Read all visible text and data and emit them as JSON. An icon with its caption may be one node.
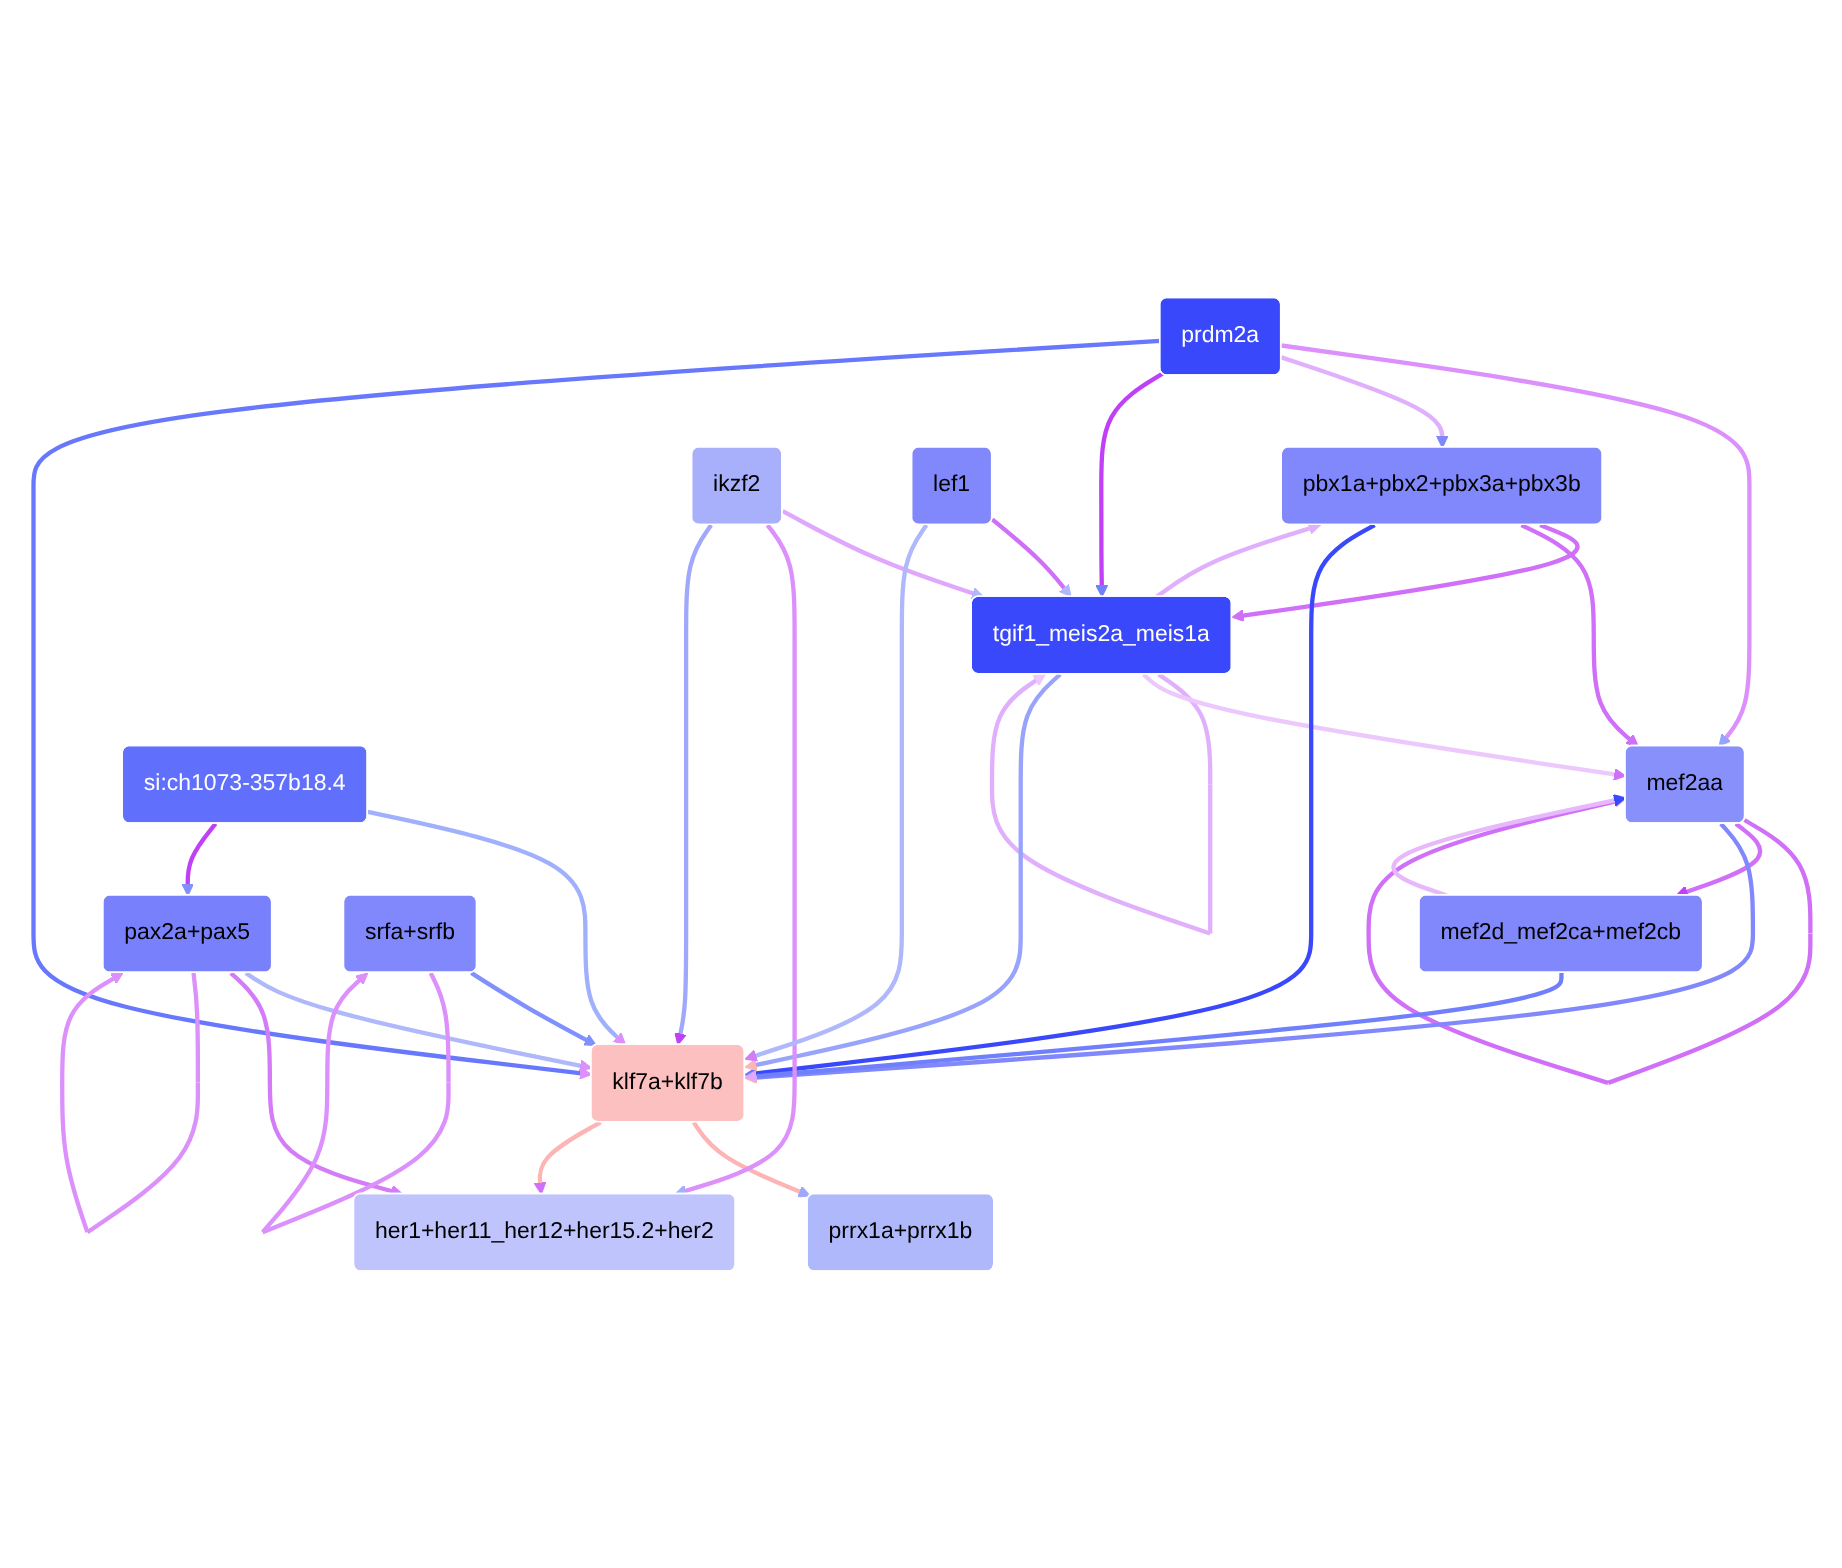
{
  "diagram": {
    "nodes": [
      {
        "text": [
          "pbx1a+pbx2+pbx3a+pbx3b"
        ]
      },
      {
        "text": [
          "tgif1_meis2a_meis1a"
        ]
      },
      {
        "text": [
          "mef2aa"
        ]
      },
      {
        "text": [
          "prrx1a+prrx1b"
        ]
      },
      {
        "text": [
          "mef2d_mef2ca+mef2cb"
        ]
      },
      {
        "text": [
          "her1+her11_her12+her15.2+her2"
        ]
      },
      {
        "text": [
          "klf7a+klf7b"
        ]
      },
      {
        "text": [
          "prdm2a"
        ]
      },
      {
        "text": [
          "ikzf2"
        ]
      },
      {
        "text": [
          "si:ch1073-357b18.4"
        ]
      },
      {
        "text": [
          "lef1"
        ]
      },
      {
        "text": [
          "pax2a+pax5"
        ]
      },
      {
        "text": [
          "srfa+srfb"
        ]
      }
    ],
    "edges": [
      {
        "from": 0,
        "to": 1,
        "arrow": "to",
        "color": "#d070f8"
      },
      {
        "from": 1,
        "to": 0,
        "arrow": "to",
        "color": "#e0b0fc"
      },
      {
        "from": 1,
        "to": 1,
        "arrow": "to",
        "color": "#e0b0fc"
      },
      {
        "from": 0,
        "to": 2,
        "arrow": "to",
        "color": "#d070f8"
      },
      {
        "from": 1,
        "to": 2,
        "arrow": "to",
        "color": "#ecc8fc"
      },
      {
        "from": 2,
        "to": 2,
        "arrow": "to",
        "color": "#d070f8"
      },
      {
        "from": 2,
        "to": 4,
        "arrow": "to",
        "color": "#d070f8"
      },
      {
        "from": 4,
        "to": 2,
        "arrow": "to",
        "color": "#e8b8fc"
      },
      {
        "from": 7,
        "to": 2,
        "arrow": "to",
        "color": "#dc90fc"
      },
      {
        "from": 7,
        "to": 0,
        "arrow": "to",
        "color": "#e0b0fc"
      },
      {
        "from": 7,
        "to": 1,
        "arrow": "to",
        "color": "#c040f8"
      },
      {
        "from": 0,
        "to": 6,
        "arrow": "to",
        "color": "#3a48fc"
      },
      {
        "from": 1,
        "to": 6,
        "arrow": "to",
        "color": "#98a4fc"
      },
      {
        "from": 2,
        "to": 6,
        "arrow": "to",
        "color": "#8088fc"
      },
      {
        "from": 4,
        "to": 6,
        "arrow": "to",
        "color": "#7080fc"
      },
      {
        "from": 7,
        "to": 6,
        "arrow": "to",
        "color": "#6878fc"
      },
      {
        "from": 6,
        "to": 3,
        "arrow": "to",
        "color": "#fcb4b4"
      },
      {
        "from": 6,
        "to": 5,
        "arrow": "to",
        "color": "#fcb4b4"
      },
      {
        "from": 8,
        "to": 1,
        "arrow": "to",
        "color": "#e0a8fc"
      },
      {
        "from": 8,
        "to": 5,
        "arrow": "to",
        "color": "#dc90fc"
      },
      {
        "from": 8,
        "to": 6,
        "arrow": "to",
        "color": "#a0a8fc"
      },
      {
        "from": 10,
        "to": 1,
        "arrow": "to",
        "color": "#d070f8"
      },
      {
        "from": 10,
        "to": 6,
        "arrow": "to",
        "color": "#b0b8fc"
      },
      {
        "from": 9,
        "to": 6,
        "arrow": "to",
        "color": "#a0b0fc"
      },
      {
        "from": 9,
        "to": 11,
        "arrow": "to",
        "color": "#c040f8"
      },
      {
        "from": 11,
        "to": 6,
        "arrow": "to",
        "color": "#b0b8fc"
      },
      {
        "from": 11,
        "to": 5,
        "arrow": "to",
        "color": "#d47cf8"
      },
      {
        "from": 11,
        "to": 11,
        "arrow": "to",
        "color": "#dc90fc"
      },
      {
        "from": 12,
        "to": 6,
        "arrow": "to",
        "color": "#8090fc"
      },
      {
        "from": 12,
        "to": 12,
        "arrow": "to",
        "color": "#dc90fc"
      }
    ]
  }
}
